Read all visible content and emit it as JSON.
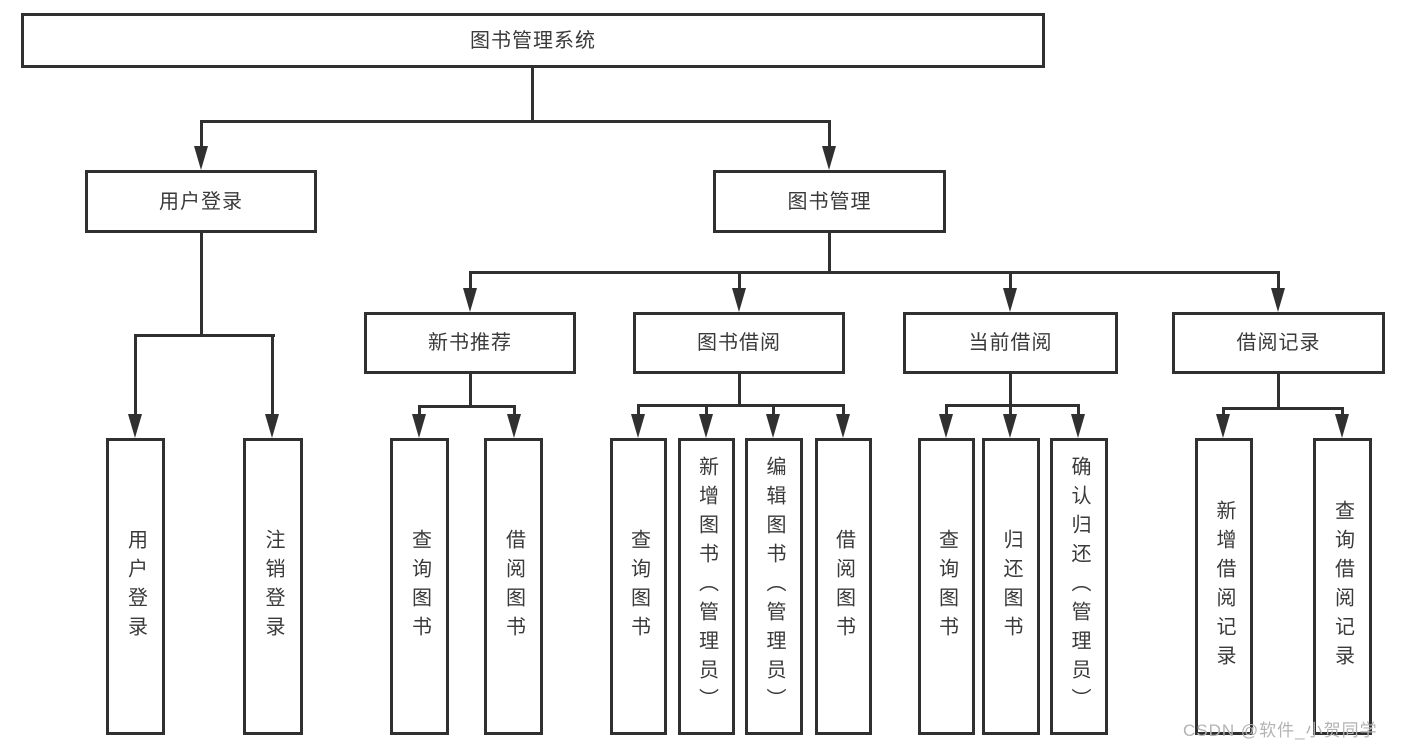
{
  "tree": {
    "root": "图书管理系统",
    "user_login": {
      "label": "用户登录",
      "children": [
        "用户登录",
        "注销登录"
      ]
    },
    "book_management": {
      "label": "图书管理",
      "new_books": {
        "label": "新书推荐",
        "children": [
          "查询图书",
          "借阅图书"
        ]
      },
      "book_borrow": {
        "label": "图书借阅",
        "children": [
          "查询图书",
          "新增图书（管理员）",
          "编辑图书（管理员）",
          "借阅图书"
        ]
      },
      "current_borrow": {
        "label": "当前借阅",
        "children": [
          "查询图书",
          "归还图书",
          "确认归还（管理员）"
        ]
      },
      "borrow_records": {
        "label": "借阅记录",
        "children": [
          "新增借阅记录",
          "查询借阅记录"
        ]
      }
    }
  },
  "watermark": "CSDN @软件_小贺同学",
  "colors": {
    "line": "#303030",
    "text": "#3a3a3a",
    "background": "#ffffff",
    "watermark": "#b3b3b3"
  }
}
